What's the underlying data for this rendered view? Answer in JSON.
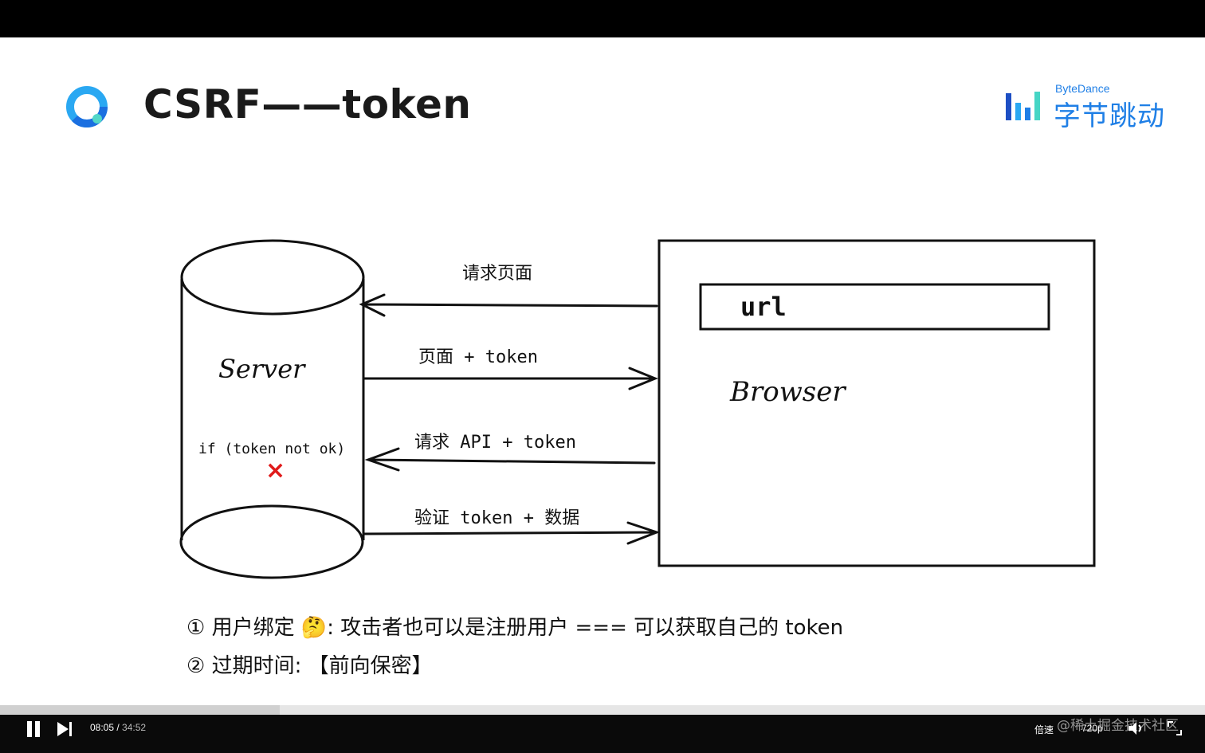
{
  "slide": {
    "title": "CSRF——token",
    "brand_small": "ByteDance",
    "brand_big": "字节跳动"
  },
  "diagram": {
    "server_label": "Server",
    "server_code": "if (token not ok)",
    "server_fail_mark": "×",
    "browser_label": "Browser",
    "url_label": "url",
    "arrow1_label": "请求页面",
    "arrow2_label": "页面 + token",
    "arrow3_label": "请求 API + token",
    "arrow4_label": "验证 token + 数据"
  },
  "notes": [
    "① 用户绑定 🤔: 攻击者也可以是注册用户 === 可以获取自己的 token",
    "② 过期时间: 【前向保密】"
  ],
  "player": {
    "current_time": "08:05",
    "separator": " / ",
    "total_time": "34:52",
    "progress_fraction": 0.232,
    "speed_label": "倍速",
    "quality_label": "720p",
    "watermark": "@稀土掘金技术社区"
  },
  "colors": {
    "brand": "#1f7fe6",
    "fail_mark": "#e01b1b"
  }
}
